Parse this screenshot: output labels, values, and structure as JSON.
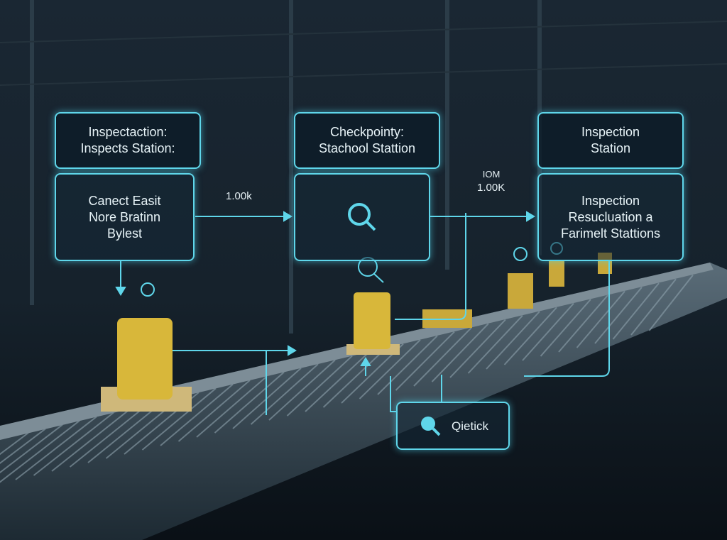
{
  "stations": [
    {
      "title": [
        "Inspectaction:",
        "Inspects Station:"
      ],
      "body": [
        "Canect Easit",
        "Nore Bratinn",
        "Bylest"
      ]
    },
    {
      "title": [
        "Checkpointy:",
        "Stachool Stattion"
      ],
      "body": []
    },
    {
      "title": [
        "Inspection",
        "Station"
      ],
      "body": [
        "Inspection",
        "Resucluation a",
        "Farimelt Stattions"
      ]
    }
  ],
  "flow_labels": {
    "left": "1.00k",
    "right_top": "IOM",
    "right_bottom": "1.00K"
  },
  "quick_button": "Qietick",
  "colors": {
    "accent": "#5fd6ea",
    "background": "#0c141c",
    "package": "#d8b73a"
  }
}
